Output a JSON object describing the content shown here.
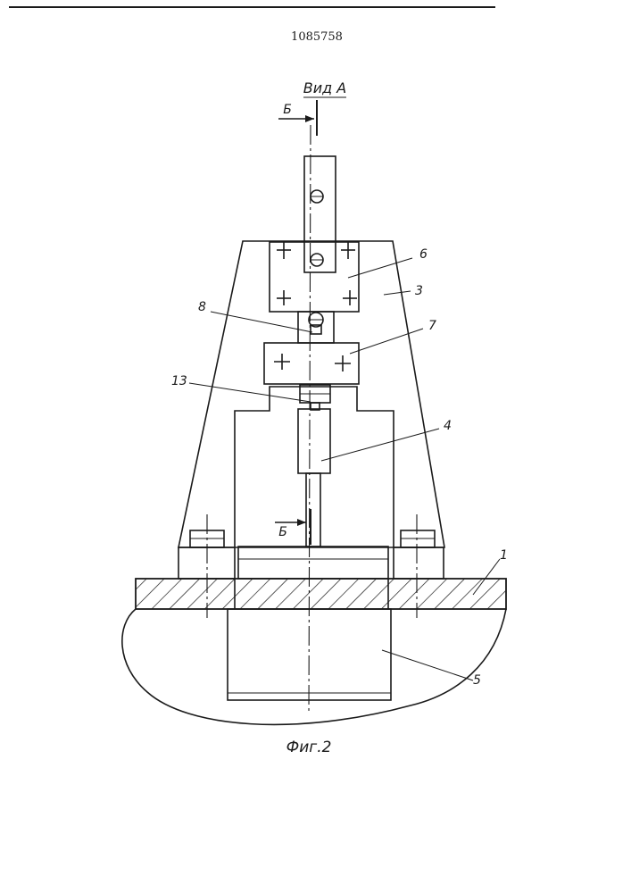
{
  "document": {
    "patent_number": "1085758",
    "view_label": "Вид А",
    "section_label": "Б",
    "figure_caption": "Фиг.2"
  },
  "callouts": [
    "1",
    "3",
    "4",
    "5",
    "6",
    "7",
    "8",
    "13"
  ]
}
